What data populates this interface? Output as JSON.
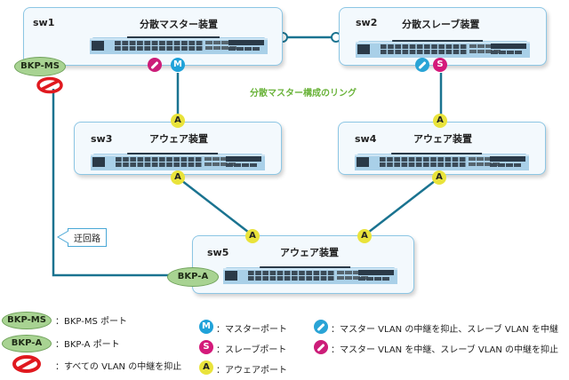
{
  "diagram": {
    "ring_label": "分散マスター構成のリング",
    "detour_label": "迂回路",
    "switches": [
      {
        "id": "sw1",
        "name": "sw1",
        "role": "分散マスター装置"
      },
      {
        "id": "sw2",
        "name": "sw2",
        "role": "分散スレーブ装置"
      },
      {
        "id": "sw3",
        "name": "sw3",
        "role": "アウェア装置"
      },
      {
        "id": "sw4",
        "name": "sw4",
        "role": "アウェア装置"
      },
      {
        "id": "sw5",
        "name": "sw5",
        "role": "アウェア装置"
      }
    ],
    "port_badges": {
      "master": "M",
      "slave": "S",
      "aware": "A"
    },
    "backup_ports": {
      "ms": "BKP-MS",
      "a": "BKP-A"
    }
  },
  "legend": {
    "bkp_ms": {
      "badge": "BKP-MS",
      "text": "：BKP-MS ポート"
    },
    "bkp_a": {
      "badge": "BKP-A",
      "text": "：BKP-A ポート"
    },
    "block_all": {
      "text": "：すべての VLAN の中継を抑止"
    },
    "master_port": {
      "badge": "M",
      "text": "：マスターポート"
    },
    "slave_port": {
      "badge": "S",
      "text": "：スレーブポート"
    },
    "aware_port": {
      "badge": "A",
      "text": "：アウェアポート"
    },
    "block_master": {
      "text": "：マスター VLAN の中継を抑止、スレーブ VLAN を中継"
    },
    "block_slave": {
      "text": "：マスター VLAN を中継、スレーブ VLAN の中継を抑止"
    }
  },
  "colors": {
    "master": "#1fa2d9",
    "slave": "#d4197a",
    "aware": "#e9e33b",
    "backup_oval": "#a8d392",
    "block_all": "#e0191f",
    "wire": "#1a7390",
    "ring_label": "#6ab33a"
  }
}
